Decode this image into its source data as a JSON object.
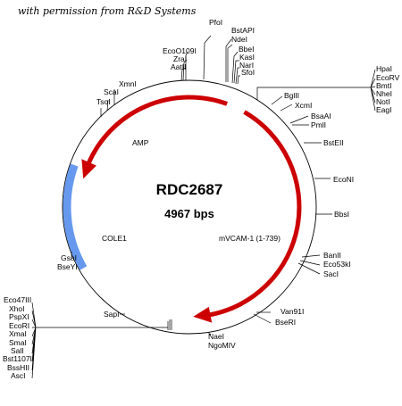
{
  "credit": "with permission from R&D Systems",
  "plasmid": {
    "name": "RDC2687",
    "size": "4967 bps"
  },
  "features": [
    {
      "id": "amp",
      "label": "AMP",
      "type": "arrow",
      "direction": "ccw",
      "start_deg": 20,
      "end_deg": -75,
      "color": "#cc0000"
    },
    {
      "id": "vcam",
      "label": "mVCAM-1 (1-739)",
      "type": "arrow",
      "direction": "cw",
      "start_deg": 30,
      "end_deg": 178,
      "color": "#cc0000"
    },
    {
      "id": "cole1",
      "label": "COLE1",
      "type": "block",
      "start_deg": 240,
      "end_deg": 290,
      "color": "#6699ee"
    }
  ],
  "sites": [
    {
      "label": "PfoI",
      "ang": 4
    },
    {
      "label": "BstAPI",
      "ang": 8
    },
    {
      "label": "NdeI",
      "ang": 8.5
    },
    {
      "label": "BbeI",
      "ang": 9.5
    },
    {
      "label": "KasI",
      "ang": 9.8
    },
    {
      "label": "NarI",
      "ang": 10.1
    },
    {
      "label": "SfoI",
      "ang": 10.4
    },
    {
      "label": "HpaI",
      "ang": 32
    },
    {
      "label": "EcoRV",
      "ang": 32.3
    },
    {
      "label": "BmtI",
      "ang": 32.6
    },
    {
      "label": "NheI",
      "ang": 32.9
    },
    {
      "label": "NotI",
      "ang": 33.2
    },
    {
      "label": "EagI",
      "ang": 33.5
    },
    {
      "label": "BglII",
      "ang": 35
    },
    {
      "label": "XcmI",
      "ang": 48
    },
    {
      "label": "BsaAI",
      "ang": 57
    },
    {
      "label": "PmlI",
      "ang": 58
    },
    {
      "label": "BstEII",
      "ang": 70
    },
    {
      "label": "EcoNI",
      "ang": 87
    },
    {
      "label": "BbsI",
      "ang": 102
    },
    {
      "label": "BanII",
      "ang": 118
    },
    {
      "label": "Eco53kI",
      "ang": 122
    },
    {
      "label": "SacI",
      "ang": 124
    },
    {
      "label": "Van91I",
      "ang": 150
    },
    {
      "label": "BseRI",
      "ang": 152
    },
    {
      "label": "NaeI",
      "ang": 177
    },
    {
      "label": "NgoMIV",
      "ang": 177.5
    },
    {
      "label": "Eco47III",
      "ang": 200
    },
    {
      "label": "XhoI",
      "ang": 200.3
    },
    {
      "label": "PspXI",
      "ang": 200.6
    },
    {
      "label": "EcoRI",
      "ang": 200.9
    },
    {
      "label": "XmaI",
      "ang": 201.2
    },
    {
      "label": "SmaI",
      "ang": 201.5
    },
    {
      "label": "SalI",
      "ang": 201.8
    },
    {
      "label": "Bst1107I",
      "ang": 202.1
    },
    {
      "label": "BssHII",
      "ang": 202.4
    },
    {
      "label": "AscI",
      "ang": 202.7
    },
    {
      "label": "SapI",
      "ang": 205
    },
    {
      "label": "GsaI",
      "ang": 248
    },
    {
      "label": "BseYI",
      "ang": 249
    },
    {
      "label": "TsoI",
      "ang": 318
    },
    {
      "label": "ScaI",
      "ang": 320
    },
    {
      "label": "XmnI",
      "ang": 327
    },
    {
      "label": "AatII",
      "ang": 352
    },
    {
      "label": "ZraI",
      "ang": 352.5
    },
    {
      "label": "EcoO109I",
      "ang": 354
    }
  ]
}
